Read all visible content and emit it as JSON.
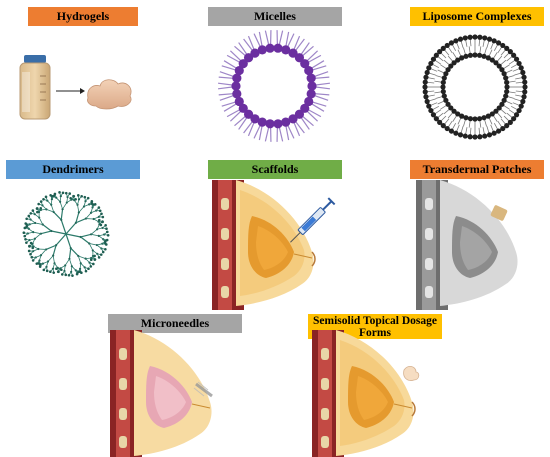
{
  "panels": [
    {
      "label": "Hydrogels",
      "color": "#ED7D31"
    },
    {
      "label": "Micelles",
      "color": "#A5A5A5"
    },
    {
      "label": "Liposome Complexes",
      "color": "#FFC000"
    },
    {
      "label": "Dendrimers",
      "color": "#5B9BD5"
    },
    {
      "label": "Scaffolds",
      "color": "#70AD47"
    },
    {
      "label": "Transdermal Patches",
      "color": "#ED7D31"
    },
    {
      "label": "Microneedles",
      "color": "#A5A5A5"
    },
    {
      "label": "Semisolid Topical Dosage Forms",
      "color": "#FFC000"
    }
  ]
}
